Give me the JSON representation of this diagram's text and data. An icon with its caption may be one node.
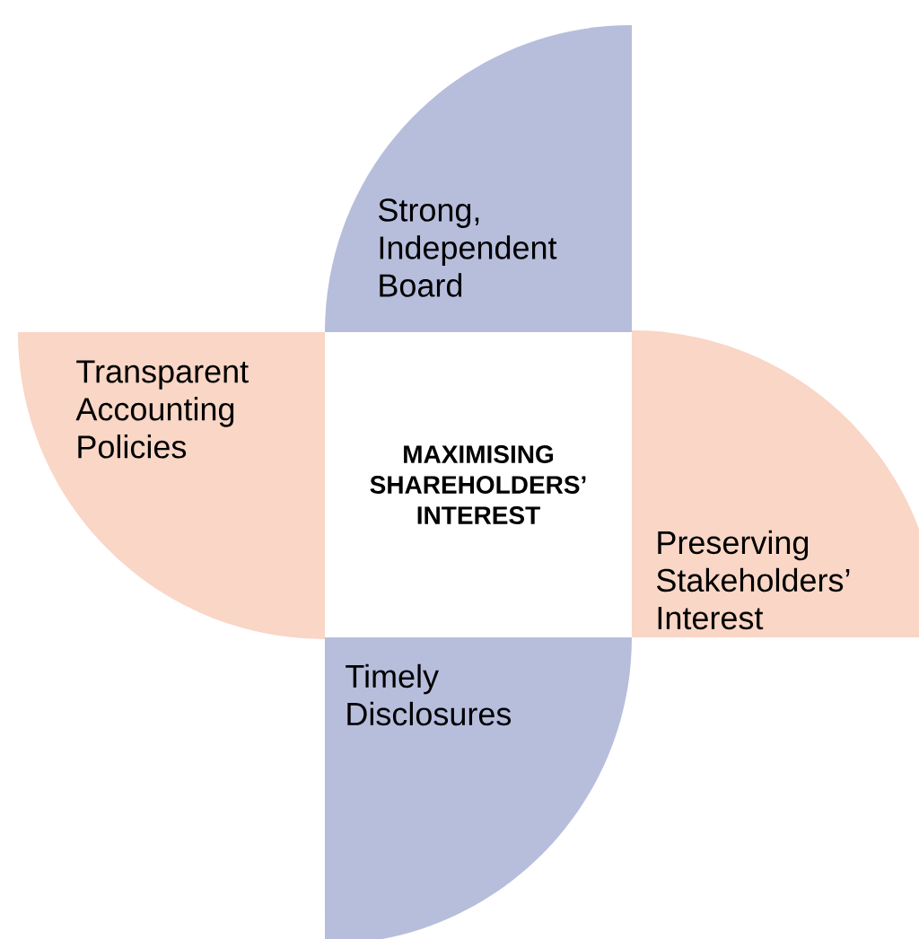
{
  "diagram": {
    "nodes": [
      {
        "text": [
          "MAXIMISING SHAREHOLDERS’ INTEREST"
        ]
      },
      {
        "text": [
          "Strong, Independent Board"
        ]
      },
      {
        "text": [
          "Transparent Accounting Policies"
        ]
      },
      {
        "text": [
          "Preserving Stakeholders’ Interest"
        ]
      },
      {
        "text": [
          "Timely Disclosures"
        ]
      }
    ]
  }
}
